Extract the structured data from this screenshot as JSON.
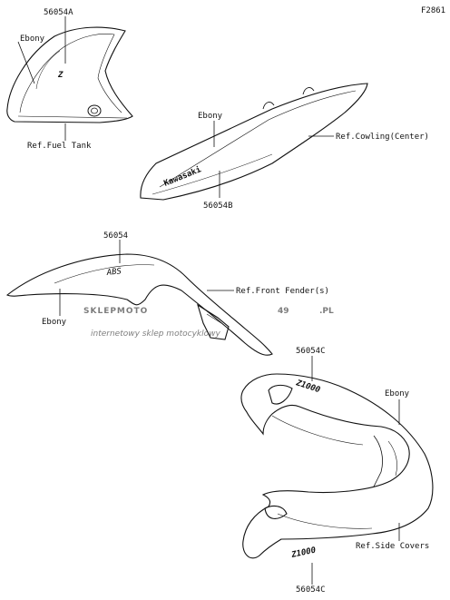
{
  "diagram_code": "F2861",
  "labels": {
    "part_a": "56054A",
    "ebony_a": "Ebony",
    "ref_fuel_tank": "Ref.Fuel Tank",
    "ebony_b": "Ebony",
    "ref_cowling": "Ref.Cowling(Center)",
    "part_b": "56054B",
    "part_main": "56054",
    "ref_front_fender": "Ref.Front Fender(s)",
    "ebony_main": "Ebony",
    "part_c_top": "56054C",
    "ebony_c": "Ebony",
    "ref_side_covers": "Ref.Side Covers",
    "part_c_bottom": "56054C"
  },
  "decals": {
    "tank_logo": "Z",
    "cowling_logo": "Kawasaki",
    "fender_logo": "ABS",
    "cover_logo_top": "Z1000",
    "cover_logo_bottom": "Z1000"
  },
  "watermark": {
    "brand_part1": "SKLEPMOTO",
    "brand_part2": "49",
    "brand_part3": ".PL",
    "tagline": "internetowy sklep motocyklowy"
  },
  "colors": {
    "line": "#111111",
    "watermark_gray": "#cfcfcf",
    "watermark_red": "#e8a0a0"
  }
}
